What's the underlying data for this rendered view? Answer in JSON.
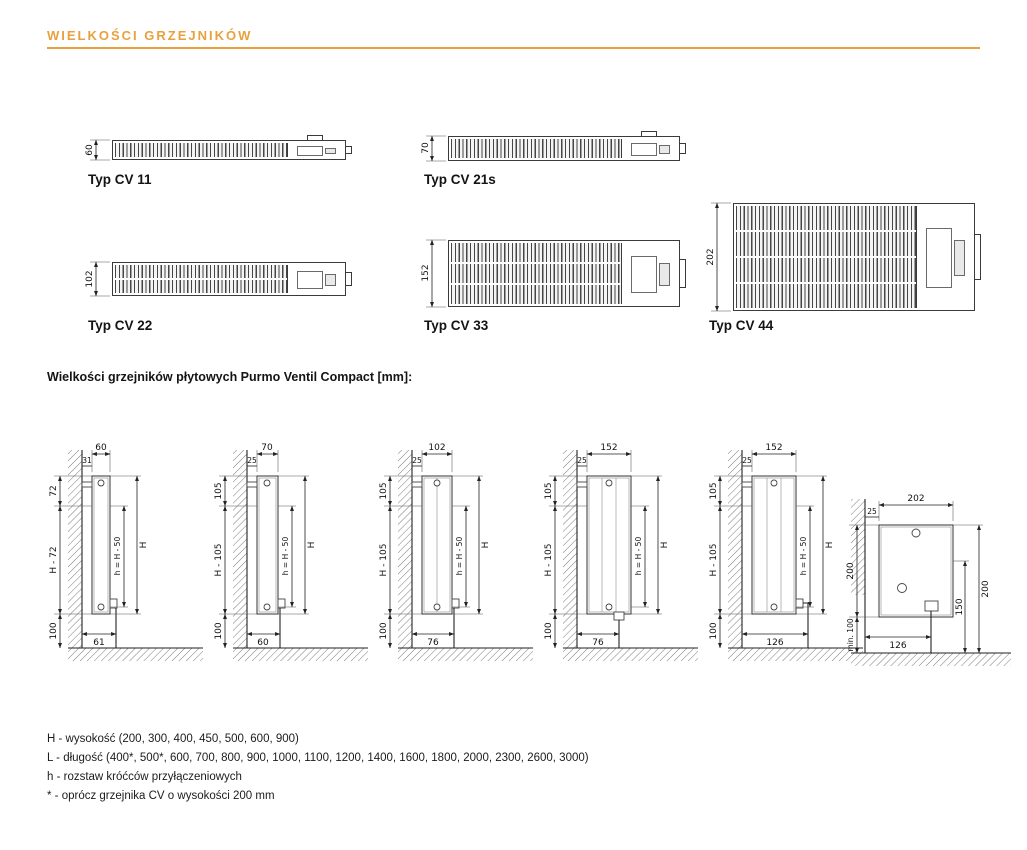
{
  "page": {
    "title": "WIELKOŚCI GRZEJNIKÓW"
  },
  "colors": {
    "accent": "#E8A13D"
  },
  "radiator_types": [
    {
      "label": "Typ CV 11",
      "height": "60"
    },
    {
      "label": "Typ CV 21s",
      "height": "70"
    },
    {
      "label": "Typ CV 22",
      "height": "102"
    },
    {
      "label": "Typ CV 33",
      "height": "152"
    },
    {
      "label": "Typ CV 44",
      "height": "202"
    }
  ],
  "dimensions_section": {
    "title": "Wielkości grzejników płytowych Purmo Ventil Compact [mm]:",
    "side_views": [
      {
        "depth": "60",
        "wall_gap": "31",
        "top_offset": "72",
        "mid_height": "H - 72",
        "floor_clearance": "100",
        "pipe_spacing": "h = H - 50",
        "total_height": "H",
        "connection_width": "61"
      },
      {
        "depth": "70",
        "wall_gap": "25",
        "top_offset": "105",
        "mid_height": "H - 105",
        "floor_clearance": "100",
        "pipe_spacing": "h = H - 50",
        "total_height": "H",
        "connection_width": "60"
      },
      {
        "depth": "102",
        "wall_gap": "25",
        "top_offset": "105",
        "mid_height": "H - 105",
        "floor_clearance": "100",
        "pipe_spacing": "h = H - 50",
        "total_height": "H",
        "connection_width": "76"
      },
      {
        "depth": "152",
        "wall_gap": "25",
        "top_offset": "105",
        "mid_height": "H - 105",
        "floor_clearance": "100",
        "pipe_spacing": "h = H - 50",
        "total_height": "H",
        "connection_width": "76"
      },
      {
        "depth": "152",
        "wall_gap": "25",
        "top_offset": "105",
        "mid_height": "H - 105",
        "floor_clearance": "100",
        "pipe_spacing": "h = H - 50",
        "total_height": "H",
        "connection_width": "126"
      }
    ],
    "detail_view": {
      "depth": "202",
      "wall_gap": "25",
      "panel_height": "200",
      "min_clearance": "min. 100",
      "inner_height": "150",
      "outer_height": "200",
      "connection_width": "126"
    }
  },
  "footnotes": [
    "H - wysokość (200, 300, 400, 450, 500, 600, 900)",
    "L - długość (400*, 500*, 600, 700, 800, 900, 1000, 1100, 1200, 1400, 1600, 1800, 2000, 2300, 2600, 3000)",
    "h - rozstaw króćców przyłączeniowych",
    "* - oprócz grzejnika CV o wysokości 200 mm"
  ]
}
